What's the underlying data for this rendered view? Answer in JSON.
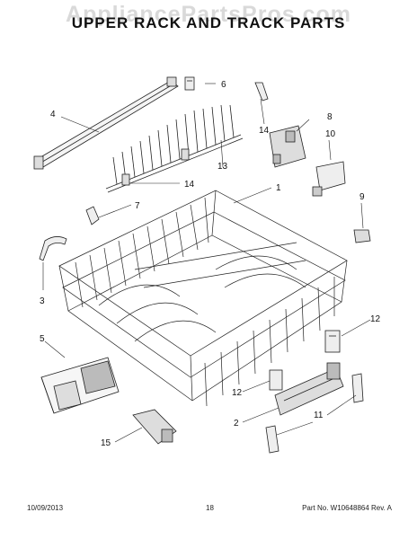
{
  "watermark": "AppliancePartsPros.com",
  "title": "UPPER RACK AND TRACK PARTS",
  "callouts": [
    "1",
    "2",
    "3",
    "4",
    "5",
    "6",
    "7",
    "8",
    "9",
    "10",
    "11",
    "12",
    "12",
    "13",
    "14",
    "14",
    "15"
  ],
  "footer": {
    "date": "10/09/2013",
    "page": "18",
    "part_number": "Part No.  W10648864  Rev.  A"
  }
}
